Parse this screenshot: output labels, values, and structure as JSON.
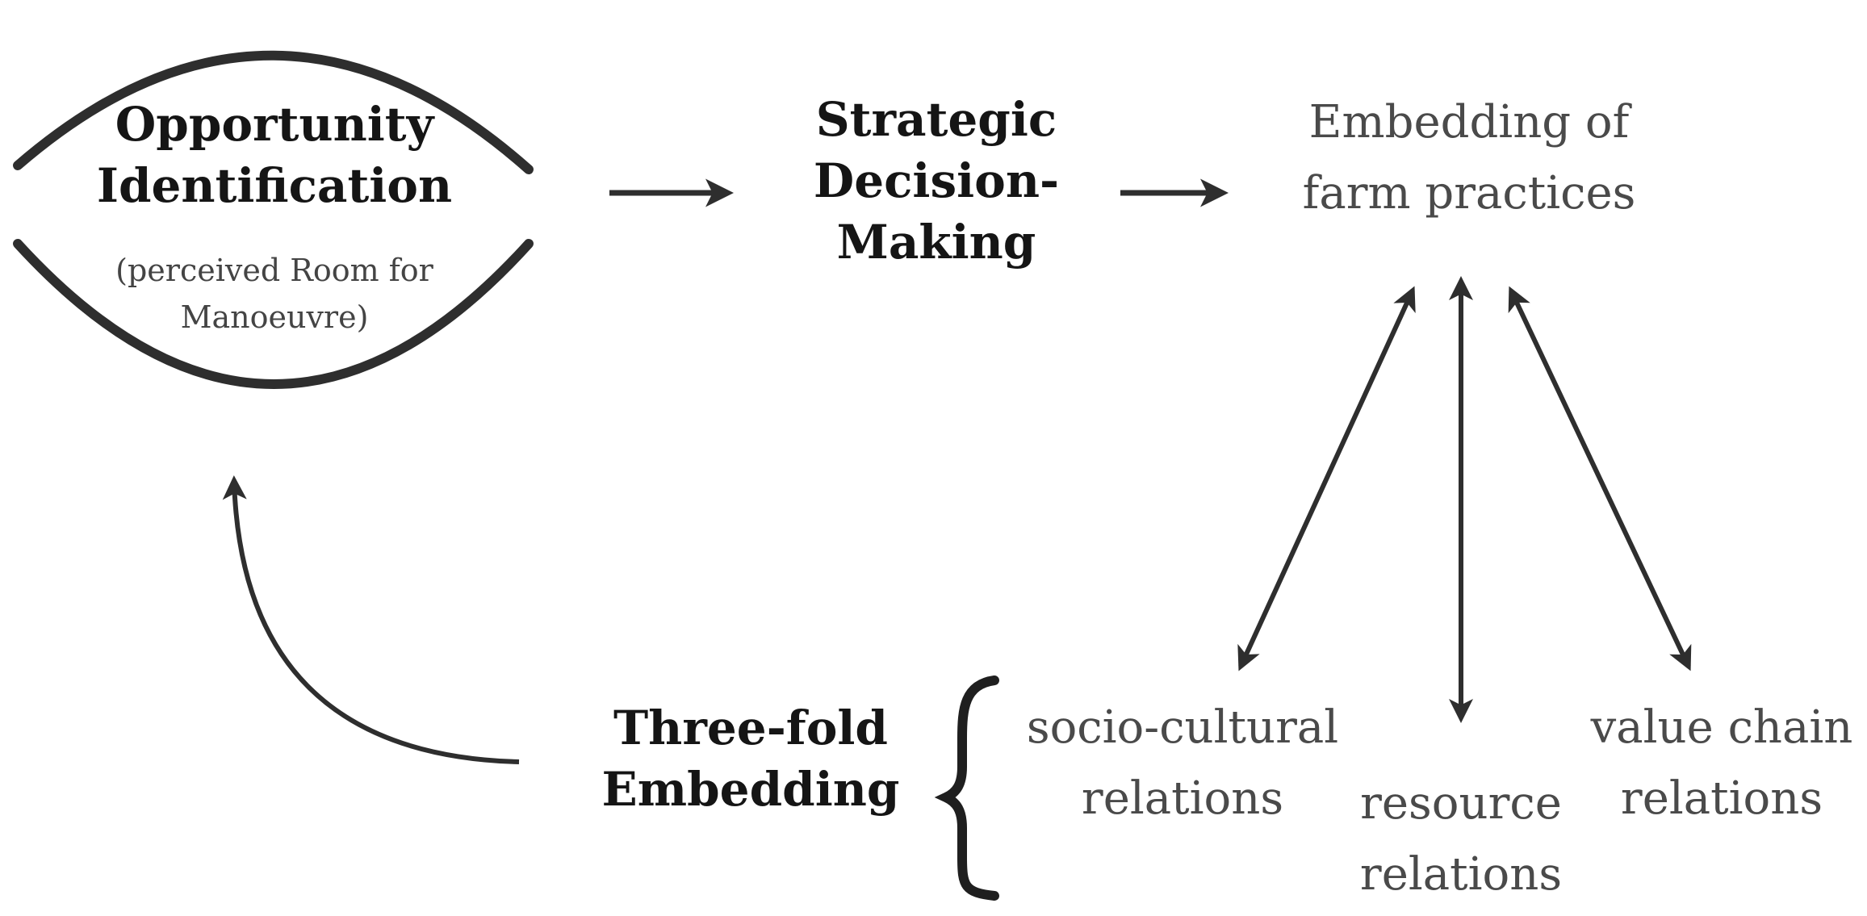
{
  "nodes": {
    "opportunity": {
      "title_line1": "Opportunity",
      "title_line2": "Identification",
      "note_line1": "(perceived Room for",
      "note_line2": "Manoeuvre)"
    },
    "strategic": {
      "line1": "Strategic",
      "line2": "Decision-",
      "line3": "Making"
    },
    "embedding": {
      "line1": "Embedding of",
      "line2": "farm practices"
    },
    "threefold": {
      "line1": "Three-fold",
      "line2": "Embedding"
    },
    "socio": {
      "line1": "socio-cultural",
      "line2": "relations"
    },
    "resource": {
      "line1": "resource",
      "line2": "relations"
    },
    "value": {
      "line1": "value chain",
      "line2": "relations"
    }
  },
  "colors": {
    "stroke": "#2e2e2e",
    "bold_text": "#151515",
    "light_text": "#4a4a4a"
  }
}
